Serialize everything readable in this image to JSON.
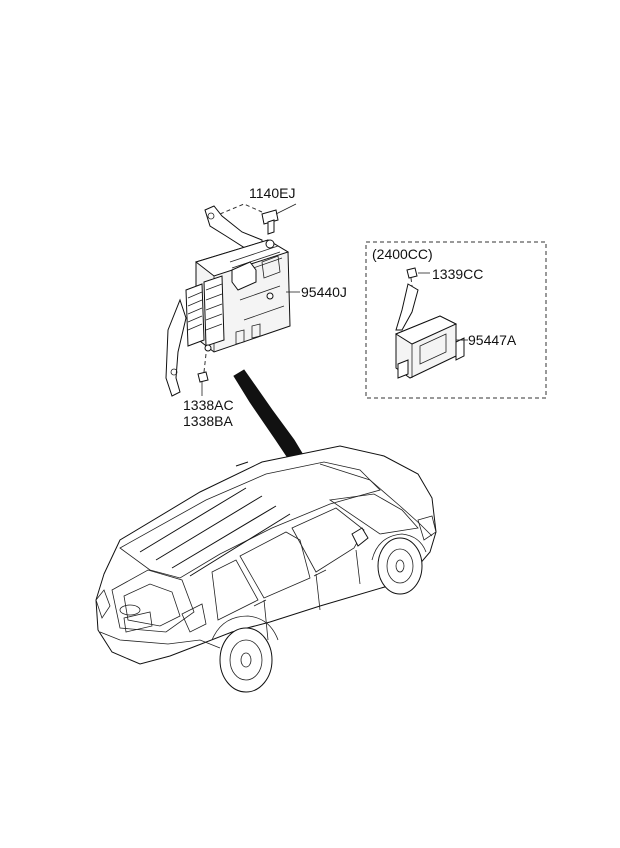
{
  "callouts": {
    "bolt_top": "1140EJ",
    "ecu_main": "95440J",
    "nut_lower_1": "1338AC",
    "nut_lower_2": "1338BA",
    "variant": "(2400CC)",
    "nut_small": "1339CC",
    "module_small": "95447A"
  }
}
